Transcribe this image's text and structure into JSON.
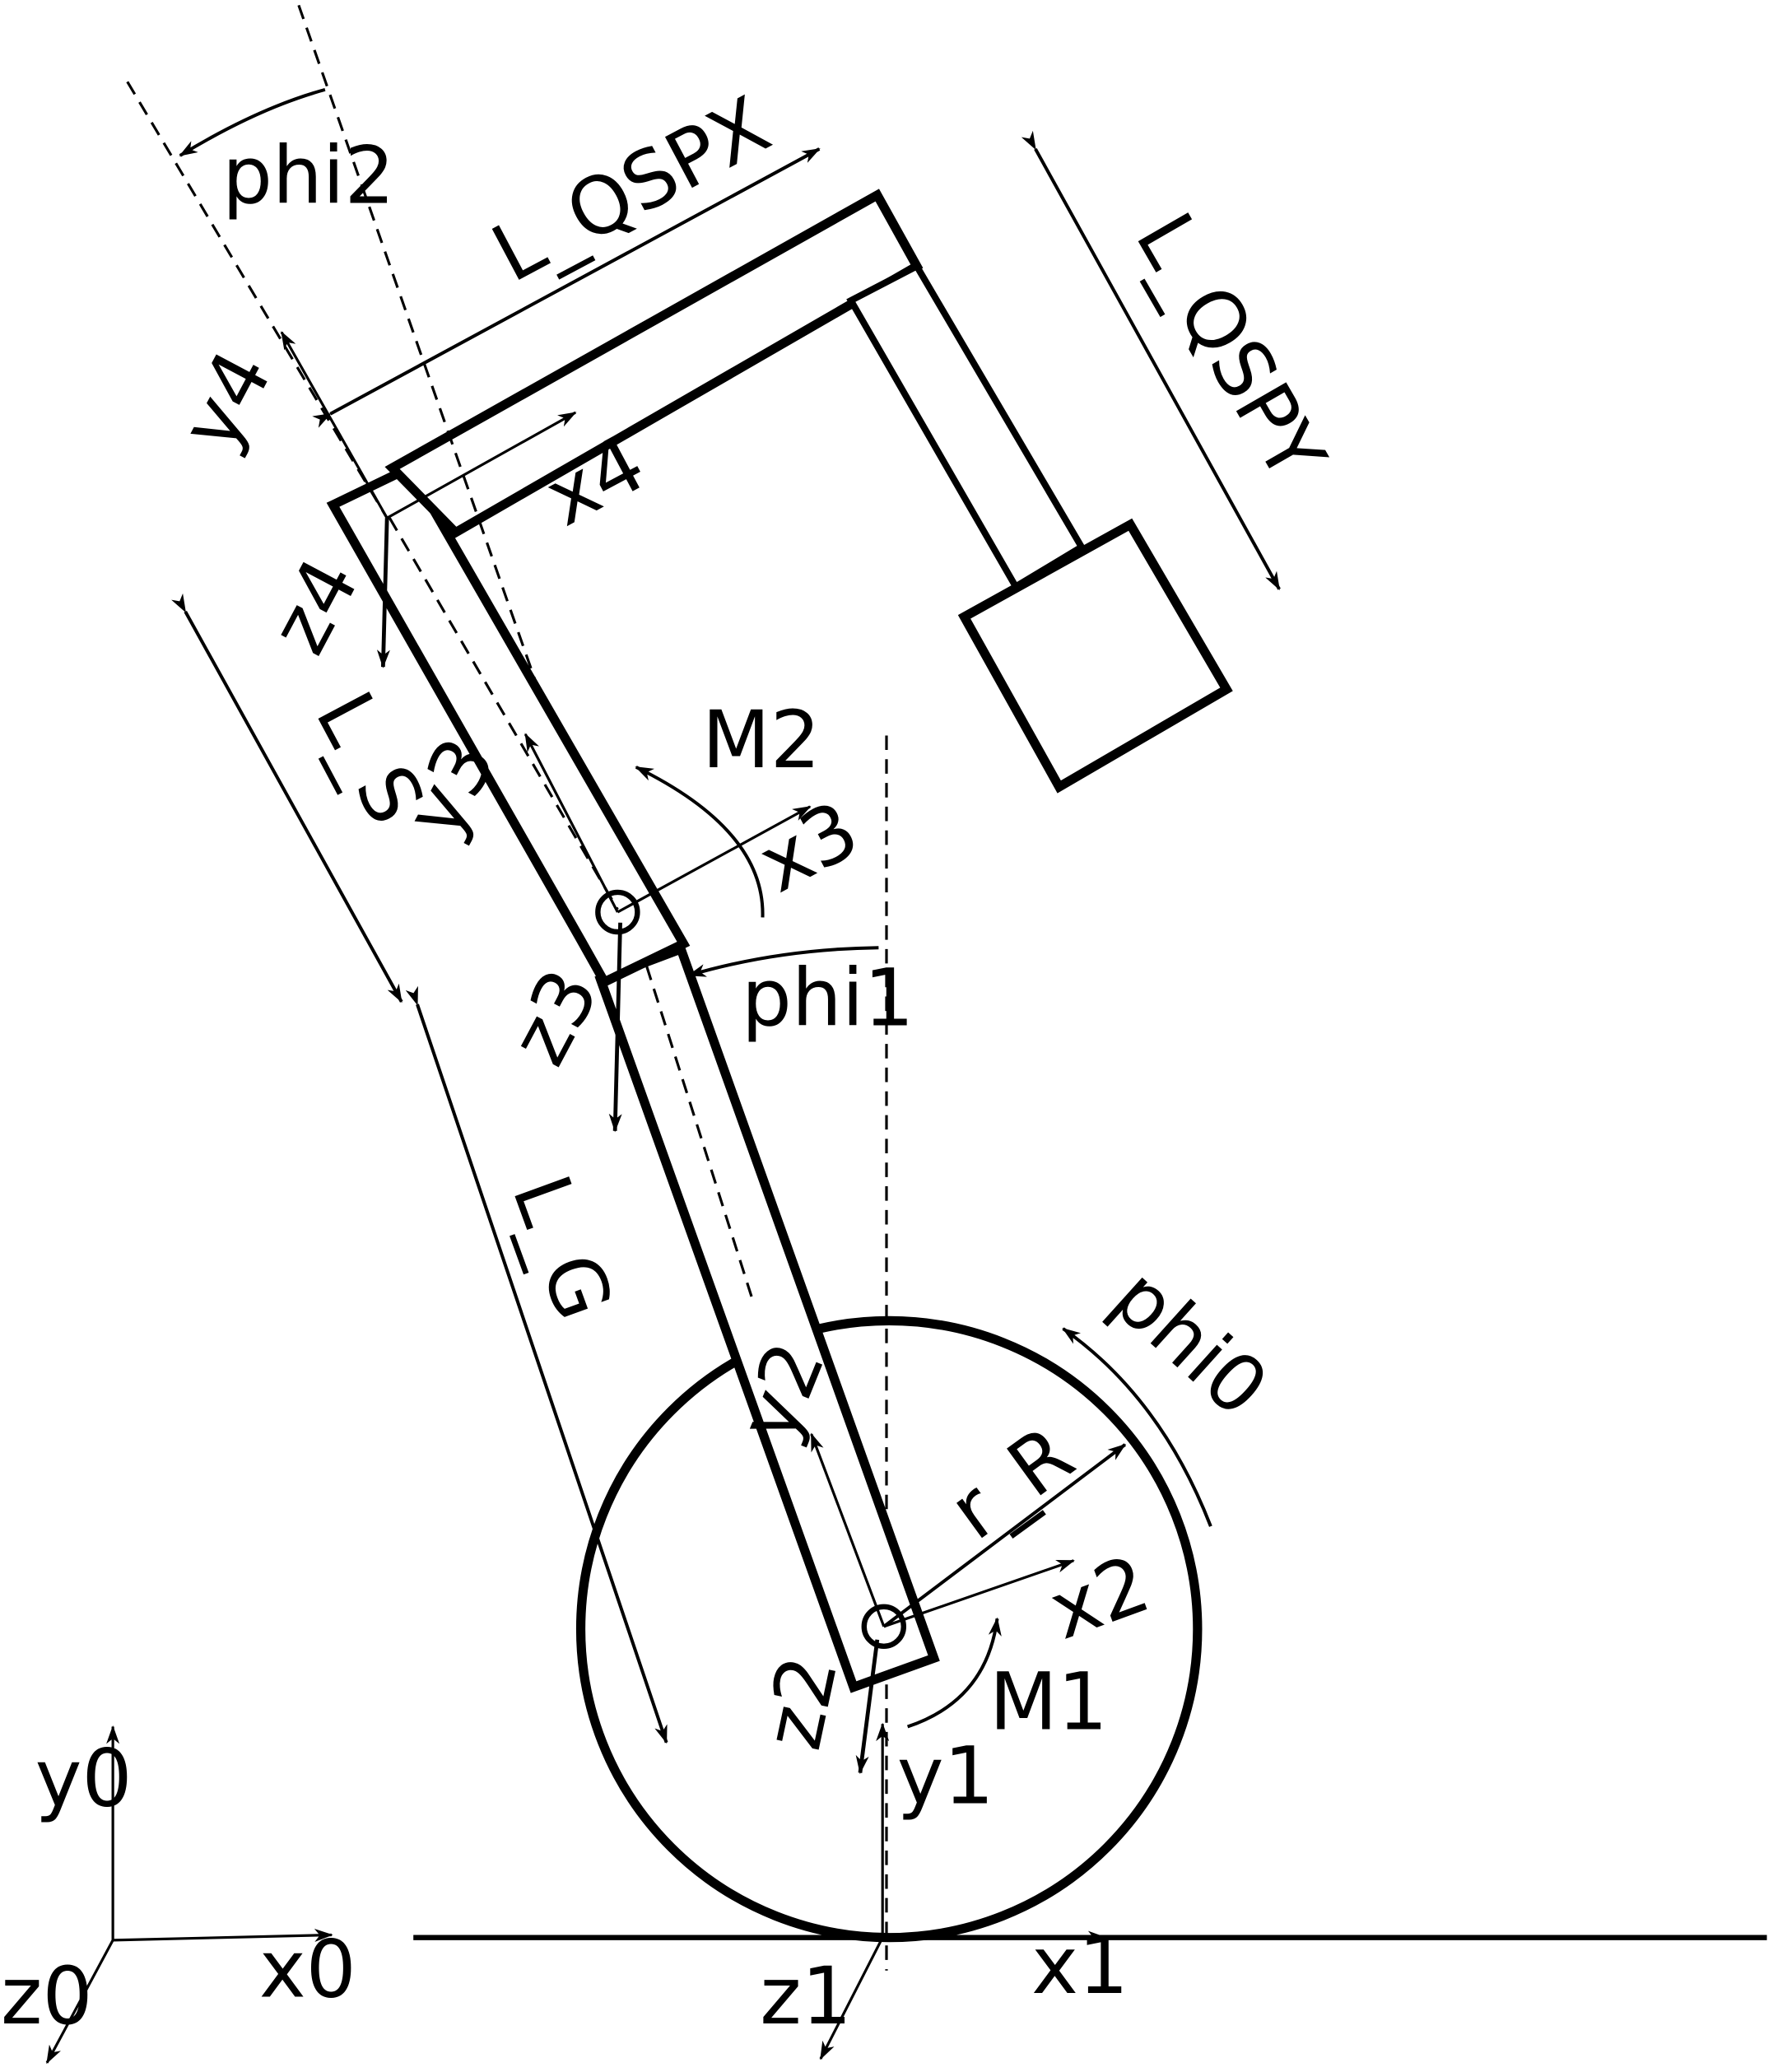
{
  "labels": {
    "phi2": "phi2",
    "l_qspx": "L_QSPX",
    "l_qspy": "L_QSPY",
    "y4": "y4",
    "x4": "x4",
    "z4": "z4",
    "l_s": "L_S",
    "m2": "M2",
    "y3": "y3",
    "x3": "x3",
    "phi1": "phi1",
    "z3": "z3",
    "l_g": "L_G",
    "phi0": "phi0",
    "y2": "y2",
    "r_r": "r_R",
    "x2": "x2",
    "z2": "z2",
    "m1": "M1",
    "y1": "y1",
    "y0": "y0",
    "x0": "x0",
    "z0": "z0",
    "z1": "z1",
    "x1": "x1"
  },
  "colors": {
    "line": "#000000",
    "background": "#ffffff"
  }
}
